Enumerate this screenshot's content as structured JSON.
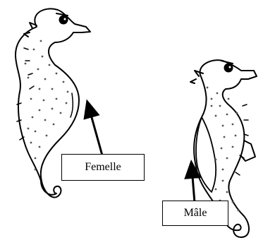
{
  "labels": {
    "female": "Femelle",
    "male": "Mâle"
  },
  "colors": {
    "outline": "#000000",
    "body_fill": "#ffffff",
    "dots": "#555555"
  },
  "icons": {
    "female_figure": "seahorse-drawing",
    "male_figure": "seahorse-drawing",
    "arrow": "arrow-up"
  }
}
